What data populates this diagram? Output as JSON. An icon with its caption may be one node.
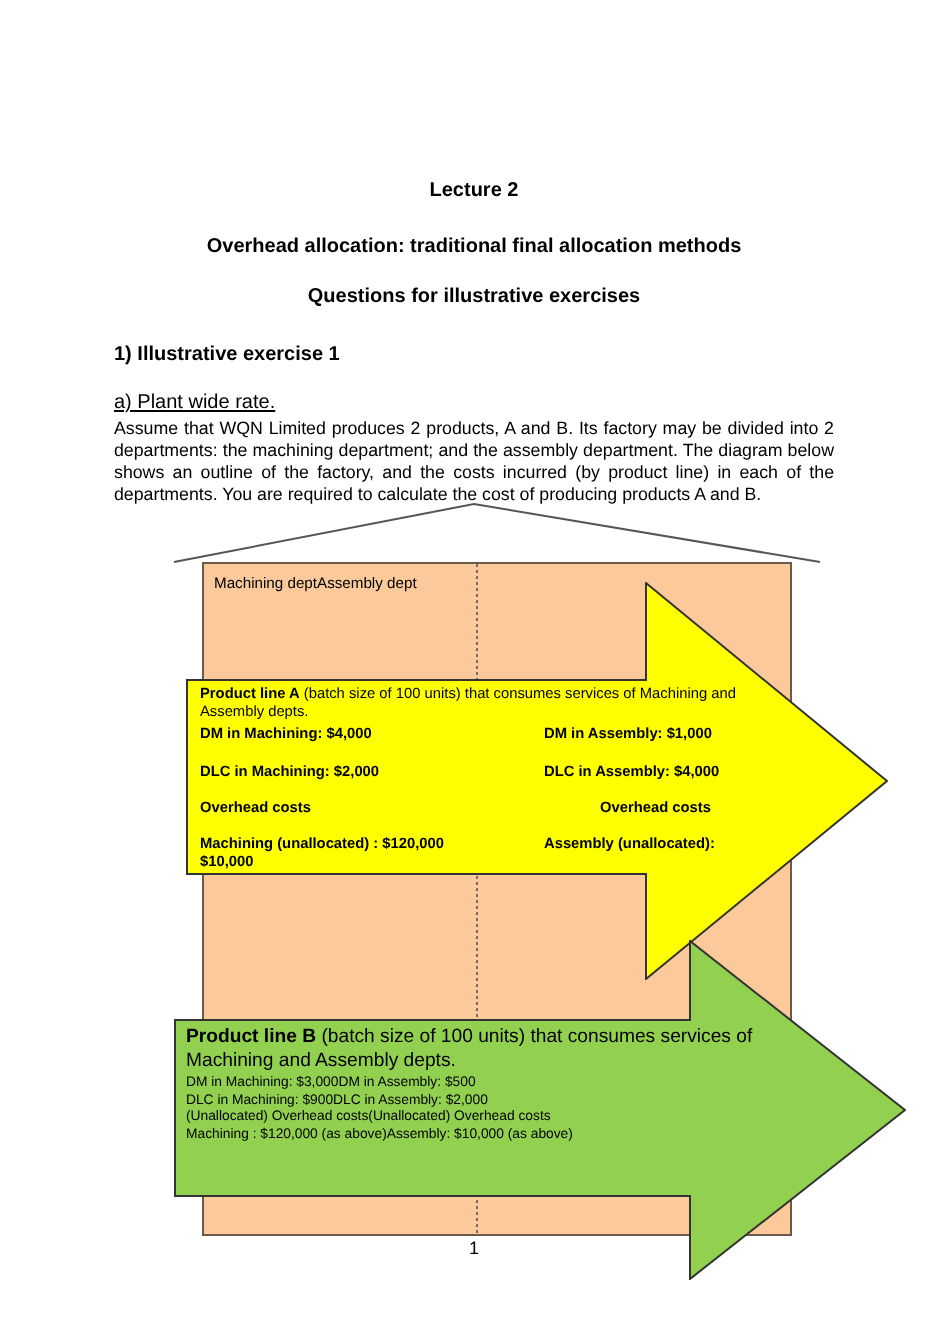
{
  "diagram": {
    "nodes": [
      {
        "text": [
          "Machining deptAssembly dept"
        ]
      },
      {
        "text": [
          "**Product line A** (batch size of 100 units) that consumes services of Machining and Assembly depts.",
          "DM in Machining: $4,000",
          "DM in Assembly: $1,000",
          "DLC in Machining: $2,000",
          "DLC in Assembly: $4,000",
          "Overhead costs",
          "Overhead costs",
          "Machining (unallocated) :  $120,000 $10,000",
          "Assembly (unallocated):"
        ]
      },
      {
        "text": [
          "**Product line B** (batch size of 100 units) that consumes services of Machining and Assembly depts.",
          "DM in Machining: $3,000DM in Assembly: $500",
          "DLC in Machining: $900DLC in Assembly: $2,000",
          "(Unallocated) Overhead costs(Unallocated) Overhead costs",
          "Machining :  $120,000 (as above)Assembly: $10,000 (as above)"
        ]
      }
    ],
    "edges": [],
    "labels": [
      "Lecture 2",
      "Overhead allocation: traditional final allocation methods",
      "Questions for illustrative exercises",
      "1) Illustrative exercise 1",
      "a) Plant wide rate.",
      "Assume that WQN Limited produces 2 products, A and B.  Its factory may be divided into 2 departments: the machining department; and the assembly department.  The diagram below shows an outline of the factory, and the costs incurred (by product line) in each of the departments.  You are required to calculate the cost of producing products A and B.",
      "1"
    ]
  }
}
